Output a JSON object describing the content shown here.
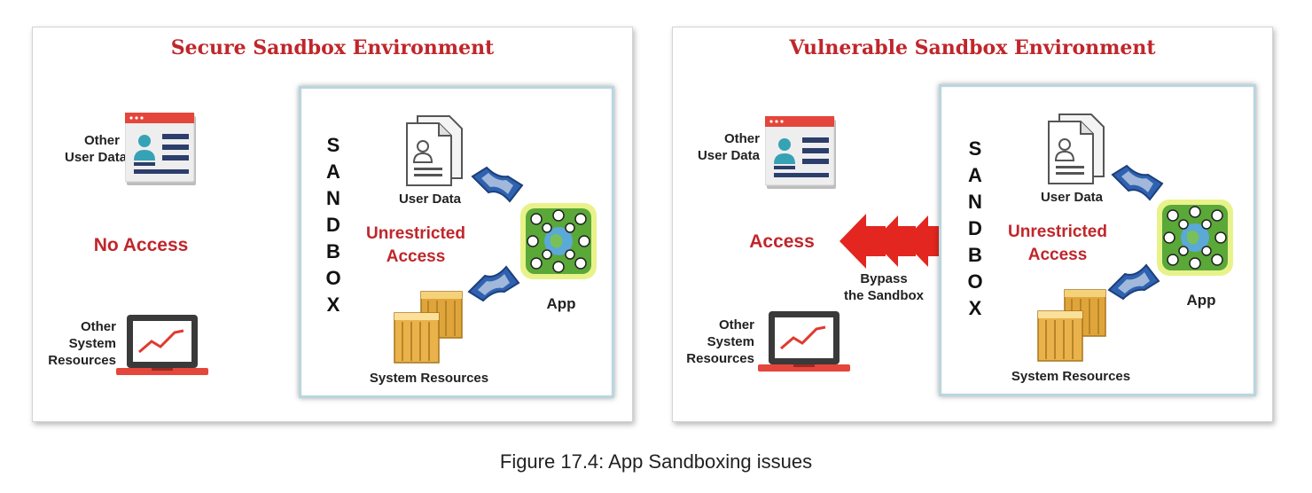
{
  "left_panel": {
    "title": "Secure Sandbox Environment",
    "other_user_data": [
      "Other",
      "User Data"
    ],
    "status": "No Access",
    "other_system_resources": [
      "Other",
      "System",
      "Resources"
    ],
    "sandbox_letters": [
      "S",
      "A",
      "N",
      "D",
      "B",
      "O",
      "X"
    ],
    "user_data": "User Data",
    "unrestricted_access": [
      "Unrestricted",
      "Access"
    ],
    "app": "App",
    "system_resources": "System Resources"
  },
  "right_panel": {
    "title": "Vulnerable Sandbox Environment",
    "other_user_data": [
      "Other",
      "User Data"
    ],
    "status": "Access",
    "bypass": [
      "Bypass",
      "the Sandbox"
    ],
    "other_system_resources": [
      "Other",
      "System",
      "Resources"
    ],
    "sandbox_letters": [
      "S",
      "A",
      "N",
      "D",
      "B",
      "O",
      "X"
    ],
    "user_data": "User Data",
    "unrestricted_access": [
      "Unrestricted",
      "Access"
    ],
    "app": "App",
    "system_resources": "System Resources"
  },
  "caption": "Figure 17.4: App Sandboxing issues",
  "colors": {
    "accent_red": "#c0262b",
    "sandbox_border": "#b9d6df",
    "connector_blue": "#2f62b0",
    "app_green": "#5aa838"
  },
  "icons": [
    "profile-card-icon",
    "laptop-chart-icon",
    "documents-icon",
    "boxes-icon",
    "app-icon",
    "connector-icon",
    "red-arrows-icon"
  ]
}
